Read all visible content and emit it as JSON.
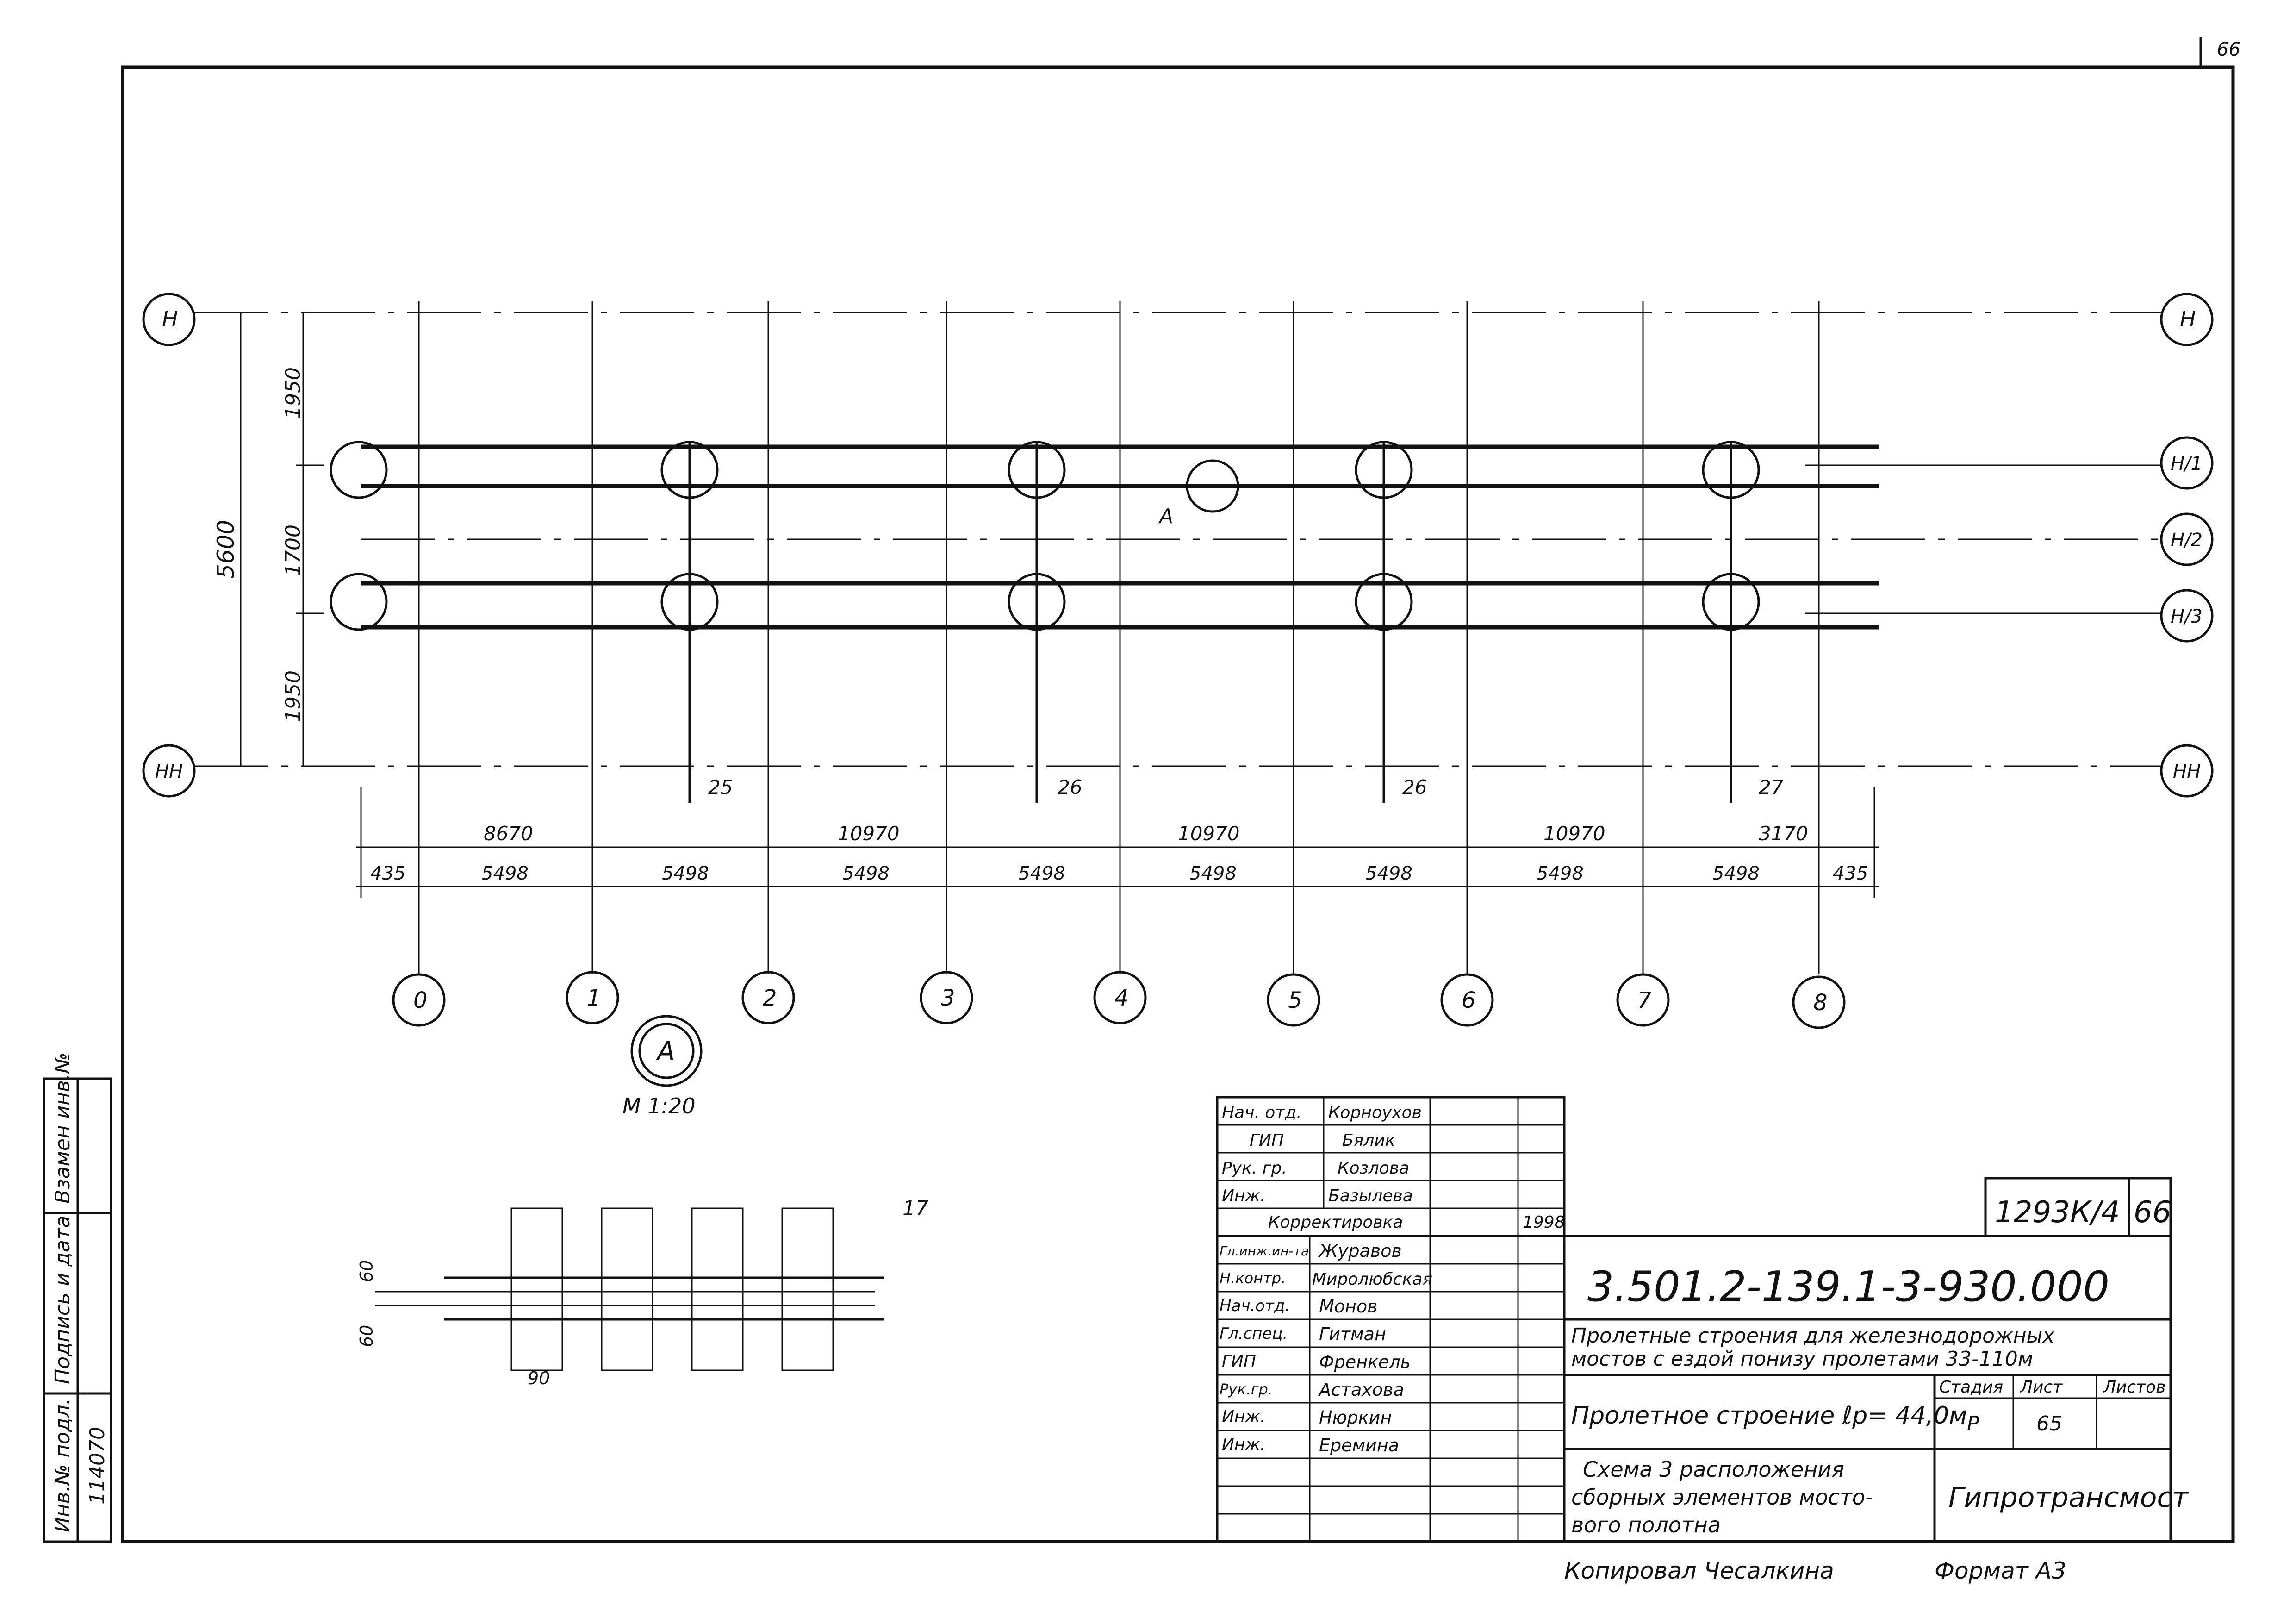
{
  "sheet_number": "66",
  "album": "1293К/4",
  "designation": "3.501.2-139.1-3-930.000",
  "axes": {
    "left_top": "Н",
    "left_bottom": "НН",
    "right": [
      "Н",
      "Н/1",
      "Н/2",
      "Н/3",
      "НН"
    ],
    "bottom": [
      "0",
      "1",
      "2",
      "3",
      "4",
      "5",
      "6",
      "7",
      "8"
    ]
  },
  "dims_vertical": {
    "total": "5600",
    "parts": [
      "1950",
      "1700",
      "1950"
    ]
  },
  "dims_chain_1": [
    "8670",
    "10970",
    "10970",
    "10970",
    "3170"
  ],
  "dims_chain_2": [
    "435",
    "5498",
    "5498",
    "5498",
    "5498",
    "5498",
    "5498",
    "5498",
    "5498",
    "435"
  ],
  "dims_gaps": [
    "25",
    "26",
    "26",
    "27"
  ],
  "callout_a": "А",
  "scale": "М 1:20",
  "detail": {
    "dim1": "60",
    "dim2": "60",
    "dim3": "90",
    "mark": "17"
  },
  "upper_stamp": {
    "rows": [
      {
        "role": "Нач. отд.",
        "name": "Корноухов"
      },
      {
        "role": "ГИП",
        "name": "Бялик"
      },
      {
        "role": "Рук. гр.",
        "name": "Козлова"
      },
      {
        "role": "Инж.",
        "name": "Базылева"
      }
    ],
    "correction": "Корректировка",
    "year": "1998"
  },
  "lower_stamp": {
    "rows": [
      {
        "role": "Гл.инж.ин-та",
        "name": "Журавов"
      },
      {
        "role": "Н.контр.",
        "name": "Миролюбская"
      },
      {
        "role": "Нач.отд.",
        "name": "Монов"
      },
      {
        "role": "Гл.спец.",
        "name": "Гитман"
      },
      {
        "role": "ГИП",
        "name": "Френкель"
      },
      {
        "role": "Рук.гр.",
        "name": "Астахова"
      },
      {
        "role": "Инж.",
        "name": "Нюркин"
      },
      {
        "role": "Инж.",
        "name": "Еремина"
      }
    ]
  },
  "title_block": {
    "project_line1": "Пролетные строения для железнодорожных",
    "project_line2": "мостов с ездой понизу пролетами 33-110м",
    "object": "Пролетное строение ℓр= 44,0м",
    "stage_label": "Стадия",
    "sheet_label": "Лист",
    "sheets_label": "Листов",
    "stage": "Р",
    "sheet": "65",
    "drawing_title_1": "Схема 3 расположения",
    "drawing_title_2": "сборных элементов мосто-",
    "drawing_title_3": "вого полотна",
    "organization": "Гипротрансмост"
  },
  "side_stamp": {
    "label_replace": "Взамен инв.№",
    "label_sign": "Подпись и дата",
    "label_inv": "Инв.№ подл.",
    "inv_number": "114070"
  },
  "footer": {
    "copied": "Копировал Чесалкина",
    "format": "Формат А3"
  },
  "corner_mark": "66"
}
